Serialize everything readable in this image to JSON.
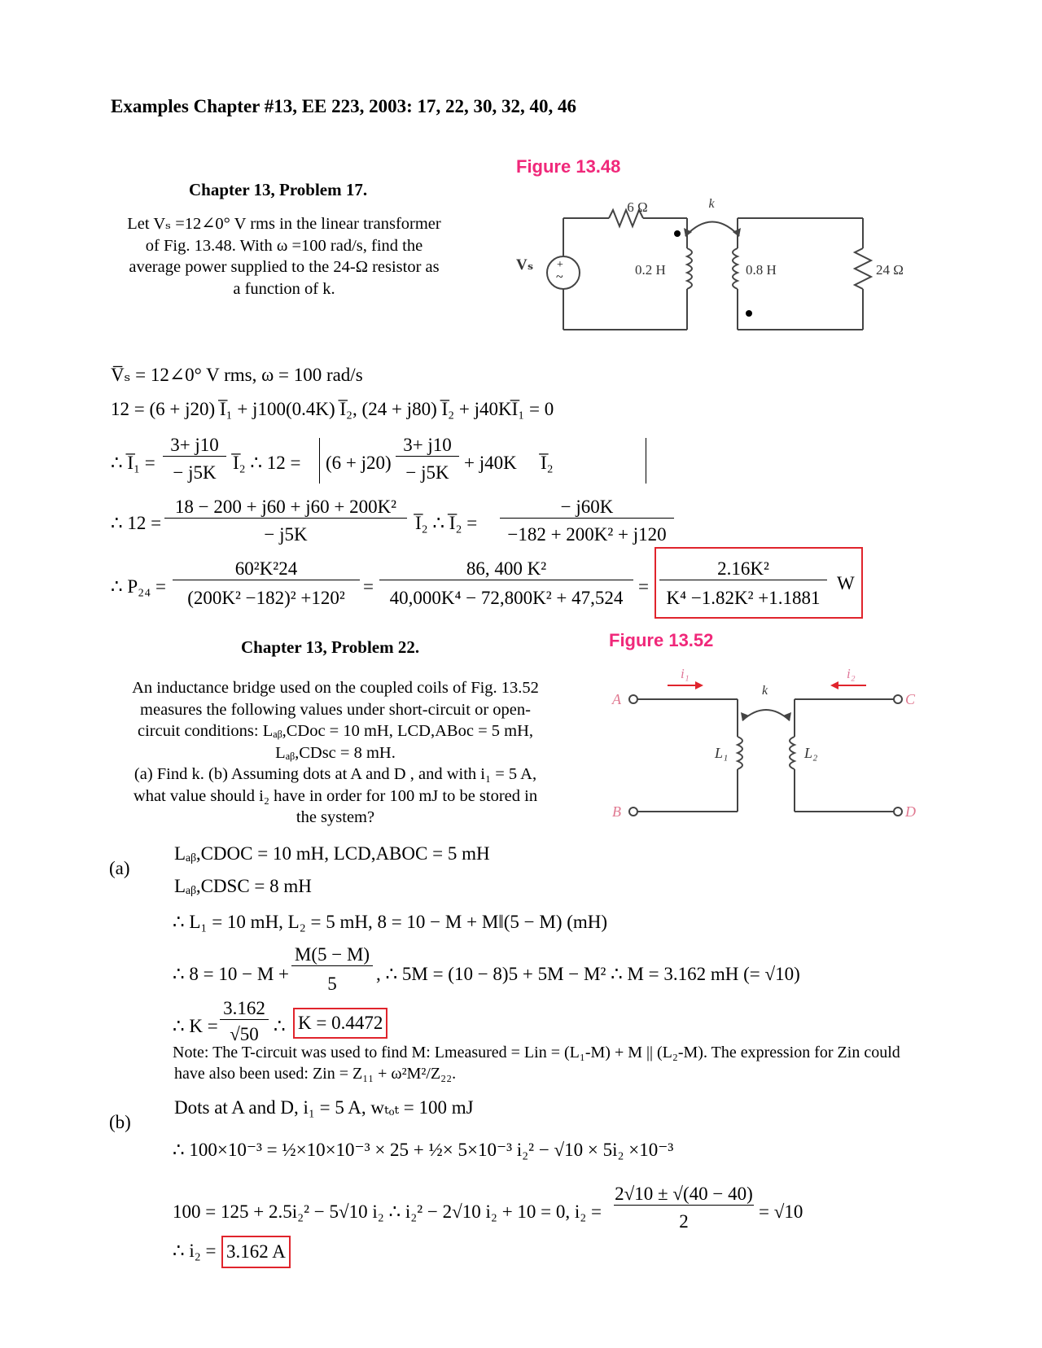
{
  "title": "Examples Chapter #13, EE 223, 2003: 17, 22, 30, 32, 40, 46",
  "p17": {
    "heading": "Chapter 13, Problem 17.",
    "statement": [
      "Let Vₛ =12∠0° V rms in the linear transformer",
      "of Fig. 13.48. With ω =100 rad/s, find the",
      "average power supplied to the 24-Ω resistor as",
      "a function of k."
    ],
    "figure": {
      "label": "Figure 13.48",
      "r_left": "6 Ω",
      "coupling": "k",
      "source": "Vₛ",
      "l1": "0.2 H",
      "l2": "0.8 H",
      "r_load": "24 Ω"
    },
    "solution": {
      "line1": "V̅ₛ = 12∠0° V rms, ω = 100 rad/s",
      "line2": "12 = (6 + j20) I̅₁ + j100(0.4K) I̅₂, (24 + j80) I̅₂ + j40KI̅₁ = 0",
      "line3_lhs": "∴ I̅₁ =",
      "line3_num": "3+ j10",
      "line3_den": "− j5K",
      "line3_mid": "I̅₂  ∴ 12 =",
      "line3_b1": "(6 + j20)",
      "line3_num2": "3+ j10",
      "line3_den2": "− j5K",
      "line3_b2": "+ j40K",
      "line3_end": "I̅₂",
      "line4_lhs": "∴ 12 =",
      "line4_num": "18 − 200 + j60 + j60 + 200K²",
      "line4_den": "− j5K",
      "line4_mid": "I̅₂  ∴ I̅₂ =",
      "line4_num2": "− j60K",
      "line4_den2": "−182 + 200K² + j120",
      "line5_lhs": "∴ P₂₄ =",
      "line5_num": "60²K²24",
      "line5_den": "(200K² −182)² +120²",
      "line5_num2": "86, 400 K²",
      "line5_den2": "40,000K⁴ − 72,800K² + 47,524",
      "result_num": "2.16K²",
      "result_den": "K⁴ −1.82K² +1.1881",
      "result_unit": "W"
    }
  },
  "p22": {
    "heading": "Chapter 13, Problem 22.",
    "statement": [
      "An inductance bridge used on the coupled coils of Fig. 13.52",
      "measures the following values under short-circuit or open-",
      "circuit conditions: Lₐᵦ,CDoc = 10 mH, LCD,ABoc = 5 mH,",
      "Lₐᵦ,CDsc = 8 mH.",
      "(a) Find k. (b) Assuming dots at A and D , and with i₁ = 5 A,",
      "what value should i₂ have in order for 100 mJ to be stored in",
      "the system?"
    ],
    "figure": {
      "label": "Figure 13.52",
      "i1": "i₁",
      "i2": "i₂",
      "k": "k",
      "A": "A",
      "B": "B",
      "C": "C",
      "D": "D",
      "L1": "L₁",
      "L2": "L₂"
    },
    "part_a": {
      "label": "(a)",
      "line1": "Lₐᵦ,CDOC = 10 mH, LCD,ABOC = 5 mH",
      "line2": "Lₐᵦ,CDSC = 8 mH",
      "line3": "∴ L₁ = 10 mH, L₂ = 5 mH, 8 = 10 − M + M‖(5 − M) (mH)",
      "line4_lhs": "∴ 8 = 10 − M +",
      "line4_num": "M(5 − M)",
      "line4_den": "5",
      "line4_rest": ",  ∴ 5M = (10 − 8)5 + 5M − M²  ∴ M = 3.162 mH (= √10)",
      "line5_lhs": "∴ K =",
      "line5_num": "3.162",
      "line5_den": "√50",
      "line5_mid": "∴",
      "result": "K = 0.4472",
      "note1": "Note: The T-circuit was used to find M: Lmeasured = Lin = (L₁-M) + M || (L₂-M). The expression for Zin could",
      "note2": "have also been used: Zin = Z₁₁ + ω²M²/Z₂₂."
    },
    "part_b": {
      "label": "(b)",
      "line1": "Dots at A and D, i₁ = 5 A, wₜₒₜ = 100 mJ",
      "line2": "∴ 100×10⁻³ = ½×10×10⁻³ × 25 + ½× 5×10⁻³ i₂² − √10 × 5i₂ ×10⁻³",
      "line3": "100 = 125 + 2.5i₂² − 5√10 i₂  ∴ i₂² − 2√10 i₂ + 10 = 0, i₂ =",
      "line3_num": "2√10 ± √(40 − 40)",
      "line3_den": "2",
      "line3_end": "= √10",
      "line4_lhs": "∴ i₂ =",
      "result": "3.162 A"
    }
  }
}
